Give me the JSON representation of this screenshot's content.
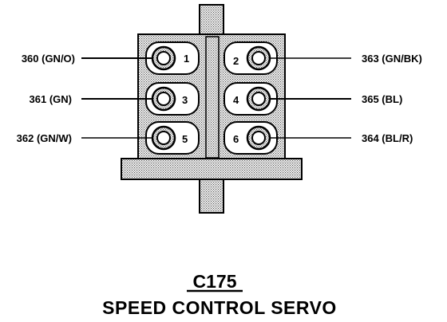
{
  "connector": {
    "id": "C175",
    "name": "SPEED CONTROL SERVO"
  },
  "pins": [
    {
      "number": "1",
      "label": "360 (GN/O)"
    },
    {
      "number": "2",
      "label": "363 (GN/BK)"
    },
    {
      "number": "3",
      "label": "361 (GN)"
    },
    {
      "number": "4",
      "label": "365 (BL)"
    },
    {
      "number": "5",
      "label": "362 (GN/W)"
    },
    {
      "number": "6",
      "label": "364 (BL/R)"
    }
  ]
}
